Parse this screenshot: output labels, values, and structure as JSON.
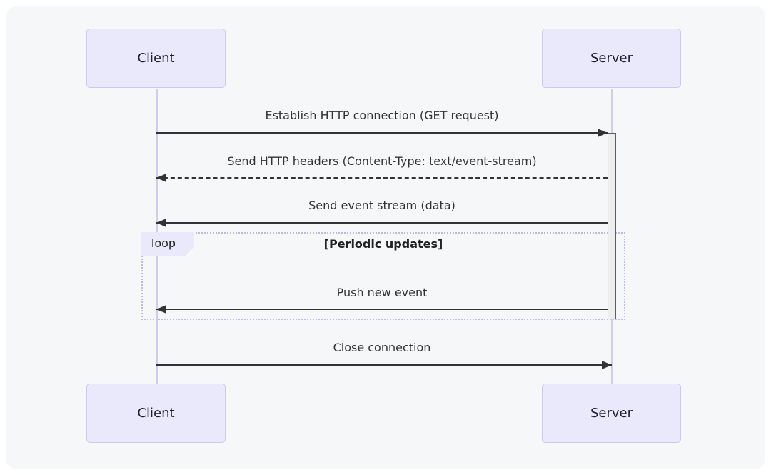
{
  "diagram": {
    "type": "sequence-diagram",
    "actors": [
      {
        "id": "client",
        "label": "Client"
      },
      {
        "id": "server",
        "label": "Server"
      }
    ],
    "messages": [
      {
        "from": "client",
        "to": "server",
        "style": "solid",
        "label": "Establish HTTP connection (GET request)"
      },
      {
        "from": "server",
        "to": "client",
        "style": "dashed",
        "label": "Send HTTP headers (Content-Type: text/event-stream)"
      },
      {
        "from": "server",
        "to": "client",
        "style": "solid",
        "label": "Send event stream (data)"
      },
      {
        "from": "server",
        "to": "client",
        "style": "solid",
        "label": "Push new event",
        "in_loop": true
      },
      {
        "from": "client",
        "to": "server",
        "style": "solid",
        "label": "Close connection"
      }
    ],
    "loop": {
      "keyword": "loop",
      "condition": "[Periodic updates]"
    },
    "colors": {
      "canvas_bg": "#f6f7f9",
      "actor_fill": "#eae8fb",
      "actor_border": "#cfc7ee",
      "lifeline": "#d2cbee",
      "activation_fill": "#ededed",
      "activation_border": "#5e5e5e",
      "loop_border": "#c0b7ec",
      "line": "#333333",
      "text": "#333333"
    }
  }
}
